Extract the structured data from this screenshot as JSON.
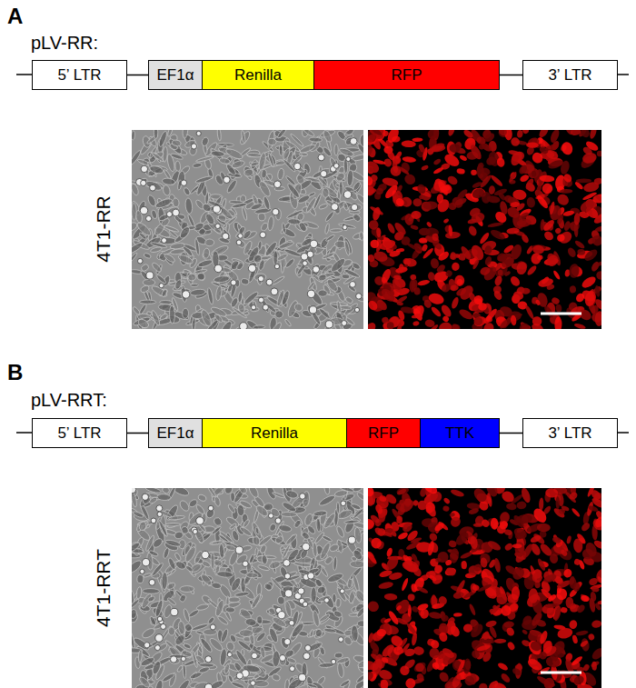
{
  "diagram": {
    "nodes": [
      {
        "text": [
          "5’ LTR"
        ]
      },
      {
        "text": [
          "EF1α"
        ]
      },
      {
        "text": [
          "Renilla"
        ]
      },
      {
        "text": [
          "RFP"
        ]
      },
      {
        "text": [
          "3’ LTR"
        ]
      },
      {
        "text": [
          "5’ LTR"
        ]
      },
      {
        "text": [
          "EF1α"
        ]
      },
      {
        "text": [
          "Renilla"
        ]
      },
      {
        "text": [
          "RFP"
        ]
      },
      {
        "text": [
          "TTK"
        ]
      },
      {
        "text": [
          "3’ LTR"
        ]
      }
    ],
    "edges": [
      {
        "from": 0,
        "to": 1,
        "arrow": "none"
      },
      {
        "from": 3,
        "to": 4,
        "arrow": "none"
      },
      {
        "from": 5,
        "to": 6,
        "arrow": "none"
      },
      {
        "from": 9,
        "to": 10,
        "arrow": "none"
      }
    ],
    "labels": [
      "A",
      "pLV-RR:",
      "4T1-RR",
      "B",
      "pLV-RRT:",
      "4T1-RRT"
    ]
  }
}
